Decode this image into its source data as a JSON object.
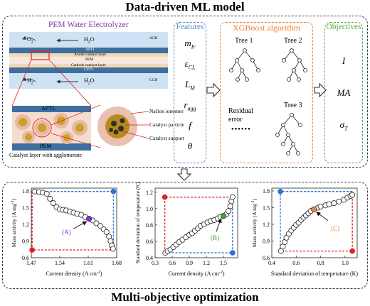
{
  "title_top": "Data-driven ML model",
  "title_bottom": "Multi-objective optimization",
  "electrolyzer": {
    "title": "PEM Water Electrolyzer",
    "o2": "O",
    "o2_sub": "2",
    "h2o_top": "H",
    "h2o_top_sub": "2",
    "h2o_top_end": "O",
    "h2": "H",
    "h2_sub": "2",
    "h2o_bot": "H",
    "h2o_bot_sub": "2",
    "h2o_bot_end": "O",
    "layers": [
      "ACH",
      "APTL",
      "Anode catalyst layer",
      "PEM",
      "Cathode catalyst layer",
      "CPTL",
      "CCH"
    ],
    "zoom_aptl": "APTL",
    "zoom_pem": "PEM",
    "caption": "Catalyst layer  with agglomerate",
    "legend": [
      "Nafion ionomer",
      "Catalyst particle",
      "Catalyst support"
    ]
  },
  "features": {
    "header": "Features",
    "symbols": [
      {
        "base": "m",
        "sub": "Ir"
      },
      {
        "base": "ε",
        "sub": "CL"
      },
      {
        "base": "L",
        "sub": "M"
      },
      {
        "base": "r",
        "sub": "agg"
      },
      {
        "base": "f",
        "sub": ""
      },
      {
        "base": "θ",
        "sub": ""
      }
    ]
  },
  "xgboost": {
    "header": "XGBoost algorithm",
    "tree1": "Tree 1",
    "tree2": "Tree 2",
    "tree3": "Tree 3",
    "residual": "Residual",
    "error": "error",
    "dots": "●●●●●●"
  },
  "objectives": {
    "header": "Objectives",
    "items": [
      {
        "base": "I",
        "sub": ""
      },
      {
        "base": "MA",
        "sub": ""
      },
      {
        "base": "σ",
        "sub": "T"
      }
    ]
  },
  "colors": {
    "panel_border": "#2b3a55",
    "features": "#5b87c5",
    "xgboost": "#e8833a",
    "objectives": "#5da646",
    "electrolyzer_title": "#7b3fa0",
    "pareto_blue_box": "#2e6fd8",
    "pareto_red_box": "#e02020"
  },
  "chart_data": [
    {
      "type": "scatter",
      "xlabel": "Current density (A cm",
      "xlabel_sup": "-2",
      "xlabel_end": ")",
      "ylabel": "Mass activity (A mg",
      "ylabel_sup": "-1",
      "ylabel_end": ")",
      "xlim": [
        1.47,
        1.68
      ],
      "ylim": [
        0.6,
        1.85
      ],
      "xticks": [
        "1.47",
        "1.54",
        "1.61",
        "1.68"
      ],
      "xtick_values": [
        1.47,
        1.54,
        1.61,
        1.68
      ],
      "yticks": [
        "0.6",
        "0.9",
        "1.2",
        "1.5",
        "1.8"
      ],
      "ytick_values": [
        0.6,
        0.9,
        1.2,
        1.5,
        1.8
      ],
      "annotation": "(A)",
      "annotation_color": "#8a2be2",
      "highlight": {
        "x": 1.612,
        "y": 1.3,
        "color": "#8a2be2"
      },
      "utopia": {
        "x": 1.672,
        "y": 1.79
      },
      "nadir": {
        "x": 1.472,
        "y": 0.74
      },
      "points": [
        [
          1.478,
          1.79
        ],
        [
          1.489,
          1.78
        ],
        [
          1.498,
          1.77
        ],
        [
          1.508,
          1.75
        ],
        [
          1.516,
          1.66
        ],
        [
          1.524,
          1.58
        ],
        [
          1.532,
          1.51
        ],
        [
          1.54,
          1.47
        ],
        [
          1.548,
          1.46
        ],
        [
          1.556,
          1.45
        ],
        [
          1.565,
          1.43
        ],
        [
          1.574,
          1.41
        ],
        [
          1.583,
          1.39
        ],
        [
          1.593,
          1.37
        ],
        [
          1.603,
          1.33
        ],
        [
          1.621,
          1.27
        ],
        [
          1.63,
          1.22
        ],
        [
          1.64,
          1.17
        ],
        [
          1.648,
          1.11
        ],
        [
          1.655,
          1.06
        ],
        [
          1.661,
          0.98
        ],
        [
          1.665,
          0.9
        ],
        [
          1.668,
          0.82
        ],
        [
          1.671,
          0.76
        ]
      ]
    },
    {
      "type": "scatter",
      "xlabel": "Current density (A cm",
      "xlabel_sup": "-2",
      "xlabel_end": ")",
      "ylabel": "Standard deviation of temperature (K)",
      "xlim": [
        0.3,
        1.75
      ],
      "ylim": [
        0.4,
        1.25
      ],
      "xticks": [
        "0.3",
        "0.6",
        "0.9",
        "1.2",
        "1.5"
      ],
      "xtick_values": [
        0.3,
        0.6,
        0.9,
        1.2,
        1.5
      ],
      "yticks": [
        "0.4",
        "0.6",
        "0.8",
        "1.0",
        "1.2"
      ],
      "ytick_values": [
        0.4,
        0.6,
        0.8,
        1.0,
        1.2
      ],
      "annotation": "(B)",
      "annotation_color": "#3ea83a",
      "highlight": {
        "x": 1.5,
        "y": 0.91,
        "color": "#3ea83a"
      },
      "utopia": {
        "x": 1.66,
        "y": 0.46
      },
      "nadir": {
        "x": 0.47,
        "y": 1.14
      },
      "points": [
        [
          0.48,
          0.46
        ],
        [
          0.52,
          0.48
        ],
        [
          0.57,
          0.5
        ],
        [
          0.62,
          0.53
        ],
        [
          0.67,
          0.56
        ],
        [
          0.72,
          0.59
        ],
        [
          0.78,
          0.62
        ],
        [
          0.84,
          0.65
        ],
        [
          0.9,
          0.68
        ],
        [
          0.95,
          0.7
        ],
        [
          1.0,
          0.73
        ],
        [
          1.05,
          0.76
        ],
        [
          1.1,
          0.79
        ],
        [
          1.16,
          0.81
        ],
        [
          1.22,
          0.83
        ],
        [
          1.28,
          0.85
        ],
        [
          1.34,
          0.86
        ],
        [
          1.4,
          0.88
        ],
        [
          1.45,
          0.9
        ],
        [
          1.55,
          0.93
        ],
        [
          1.59,
          0.97
        ],
        [
          1.62,
          1.03
        ],
        [
          1.64,
          1.09
        ],
        [
          1.66,
          1.14
        ]
      ]
    },
    {
      "type": "scatter",
      "xlabel": "Standard deviation of temperature (K)",
      "ylabel": "Mass activity (A mg",
      "ylabel_sup": "-1",
      "ylabel_end": ")",
      "xlim": [
        0.4,
        1.1
      ],
      "ylim": [
        0.6,
        1.85
      ],
      "xticks": [
        "0.4",
        "0.6",
        "0.8",
        "1.0"
      ],
      "xtick_values": [
        0.4,
        0.6,
        0.8,
        1.0
      ],
      "yticks": [
        "0.6",
        "0.9",
        "1.2",
        "1.5",
        "1.8"
      ],
      "ytick_values": [
        0.6,
        0.9,
        1.2,
        1.5,
        1.8
      ],
      "annotation": "(C)",
      "annotation_color": "#e8833a",
      "highlight": {
        "x": 0.745,
        "y": 1.47,
        "color": "#e8833a"
      },
      "utopia": {
        "x": 0.47,
        "y": 1.79
      },
      "nadir": {
        "x": 1.06,
        "y": 0.72
      },
      "points": [
        [
          0.475,
          0.72
        ],
        [
          0.49,
          0.8
        ],
        [
          0.505,
          0.88
        ],
        [
          0.52,
          0.96
        ],
        [
          0.54,
          1.03
        ],
        [
          0.56,
          1.09
        ],
        [
          0.58,
          1.14
        ],
        [
          0.6,
          1.19
        ],
        [
          0.62,
          1.23
        ],
        [
          0.64,
          1.28
        ],
        [
          0.66,
          1.32
        ],
        [
          0.68,
          1.36
        ],
        [
          0.7,
          1.4
        ],
        [
          0.72,
          1.44
        ],
        [
          0.78,
          1.5
        ],
        [
          0.8,
          1.52
        ],
        [
          0.84,
          1.54
        ],
        [
          0.87,
          1.56
        ],
        [
          0.91,
          1.58
        ],
        [
          0.95,
          1.61
        ],
        [
          0.99,
          1.64
        ],
        [
          1.02,
          1.68
        ],
        [
          1.045,
          1.71
        ],
        [
          1.06,
          1.73
        ]
      ]
    }
  ]
}
